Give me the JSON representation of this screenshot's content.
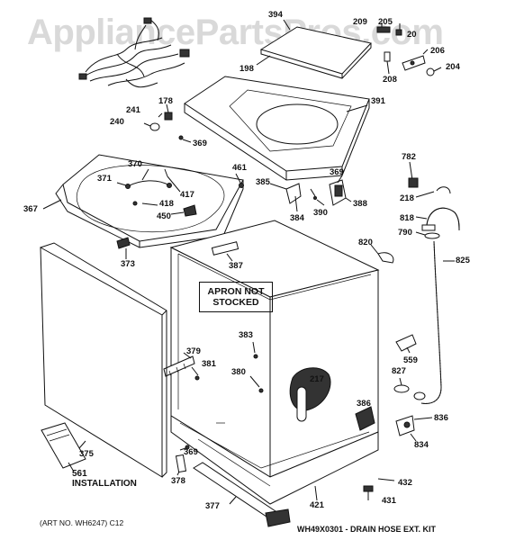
{
  "watermark": "AppliancePartsPros.com",
  "notice": {
    "line1": "APRON NOT",
    "line2": "STOCKED"
  },
  "labels": {
    "p394": "394",
    "p209": "209",
    "p205": "205",
    "p20": "20",
    "p198": "198",
    "p208": "208",
    "p206": "206",
    "p204": "204",
    "p178": "178",
    "p241": "241",
    "p240": "240",
    "p391": "391",
    "p369a": "369",
    "p370": "370",
    "p371": "371",
    "p417": "417",
    "p461": "461",
    "p385": "385",
    "p369b": "369",
    "p782": "782",
    "p418": "418",
    "p450": "450",
    "p384": "384",
    "p390": "390",
    "p388": "388",
    "p218": "218",
    "p367": "367",
    "p818": "818",
    "p790": "790",
    "p820": "820",
    "p373": "373",
    "p387": "387",
    "p825": "825",
    "p383": "383",
    "p379": "379",
    "p381": "381",
    "p559": "559",
    "p380": "380",
    "p827": "827",
    "p217": "217",
    "p386": "386",
    "p836": "836",
    "p834": "834",
    "p375": "375",
    "p369c": "369",
    "p378": "378",
    "p561": "561",
    "installation": "INSTALLATION",
    "p432": "432",
    "p421": "421",
    "p431": "431",
    "p377": "377"
  },
  "footer": {
    "art_no": "(ART NO. WH6247) C12",
    "kit": "WH49X0301 - DRAIN HOSE EXT. KIT"
  }
}
